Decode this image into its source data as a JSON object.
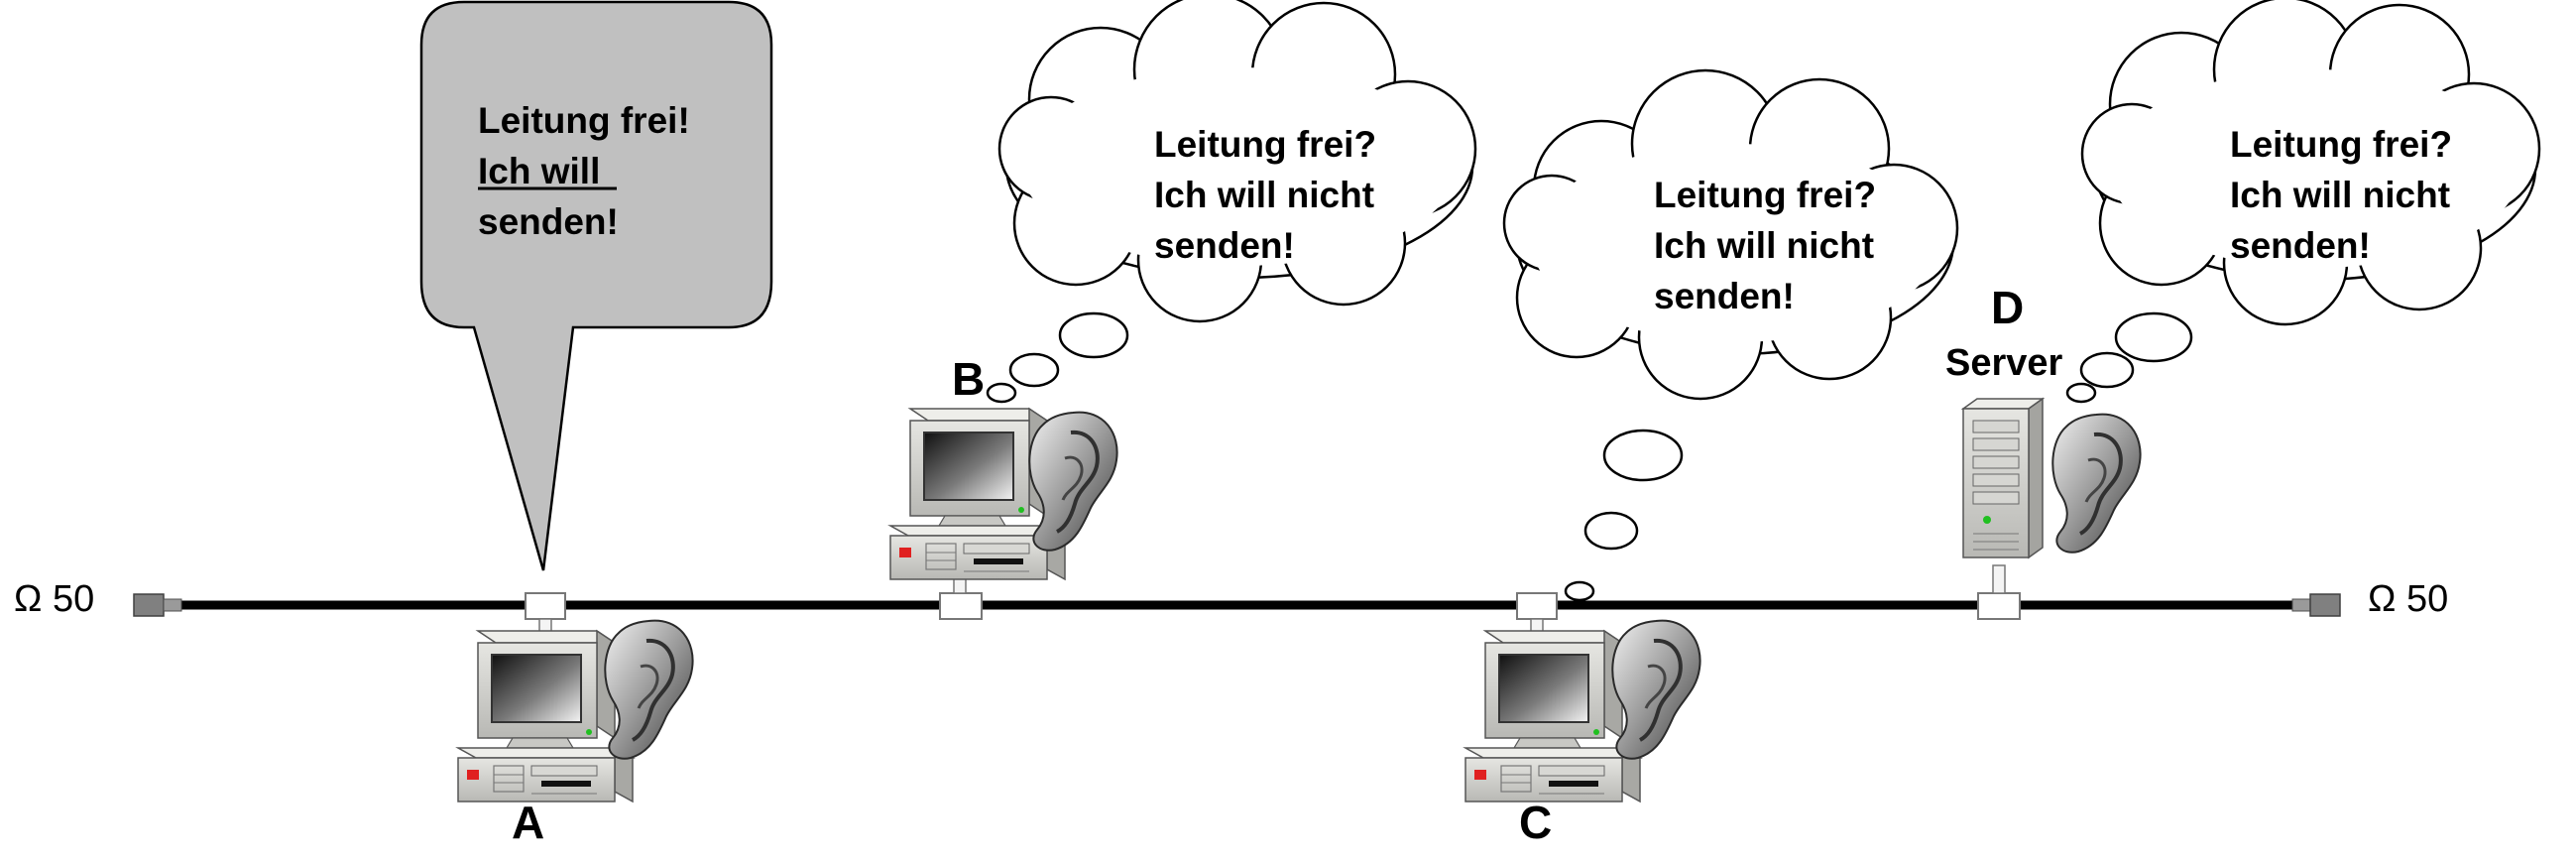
{
  "colors": {
    "cable": "#000000",
    "terminator": "#808080",
    "speech_fill": "#c0c0c0",
    "cloud_fill": "#ffffff",
    "case": "#d4d4d0",
    "led_red": "#e02020",
    "led_green": "#20c020"
  },
  "terminators": {
    "left_label": "Ω 50",
    "right_label": "Ω 50"
  },
  "nodes": {
    "a": {
      "letter": "A"
    },
    "b": {
      "letter": "B"
    },
    "c": {
      "letter": "C"
    },
    "d": {
      "letter": "D",
      "sublabel": "Server"
    }
  },
  "speech_a": {
    "line1": "Leitung frei!",
    "line2": "Ich will",
    "line3": "senden!"
  },
  "thought_b": {
    "line1": "Leitung frei?",
    "line2": "Ich will nicht",
    "line3": "senden!"
  },
  "thought_c": {
    "line1": "Leitung frei?",
    "line2": "Ich will nicht",
    "line3": "senden!"
  },
  "thought_d": {
    "line1": "Leitung frei?",
    "line2": "Ich will nicht",
    "line3": "senden!"
  },
  "icons": [
    "desktop-computer-icon",
    "tower-server-icon",
    "ear-icon",
    "terminator-icon",
    "t-connector-icon"
  ]
}
